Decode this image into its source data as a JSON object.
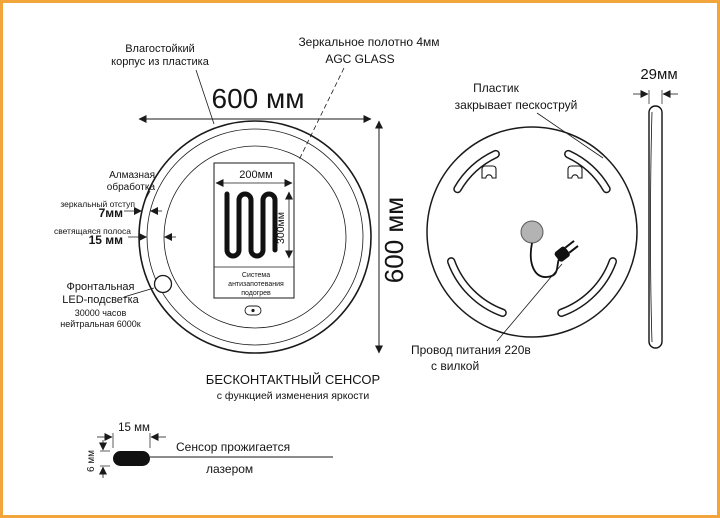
{
  "front_view": {
    "width_label": "600 мм",
    "height_label": "600 мм",
    "inner_width": "200мм",
    "inner_height": "300мм",
    "antifog": [
      "Система",
      "антизапотевания",
      "подогрев"
    ],
    "callouts": {
      "waterproof": [
        "Влагостойкий",
        "корпус из пластика"
      ],
      "mirror_sheet": [
        "Зеркальное  полотно 4мм",
        "AGC GLASS"
      ],
      "diamond": [
        "Алмазная",
        "обработка"
      ],
      "offset_label": "зеркальный отступ",
      "offset_value": "7мм",
      "strip_label": "светящаяся полоса",
      "strip_value": "15 мм",
      "led": [
        "Фронтальная",
        "LED-подсветка",
        "30000 часов",
        "нейтральная 6000к"
      ]
    },
    "sensor_title": "БЕСКОНТАКТНЫЙ СЕНСОР",
    "sensor_sub": "с функцией изменения яркости"
  },
  "back_view": {
    "plastic": [
      "Пластик",
      "закрывает пескоструй"
    ],
    "power": [
      "Провод питания 220в",
      "с вилкой"
    ]
  },
  "side_view": {
    "thickness": "29мм"
  },
  "sensor_detail": {
    "width": "15 мм",
    "height": "6 мм",
    "line1": "Сенсор  прожигается",
    "line2": "лазером"
  },
  "colors": {
    "frame": "#F1A53B",
    "line": "#1a1a1a"
  }
}
